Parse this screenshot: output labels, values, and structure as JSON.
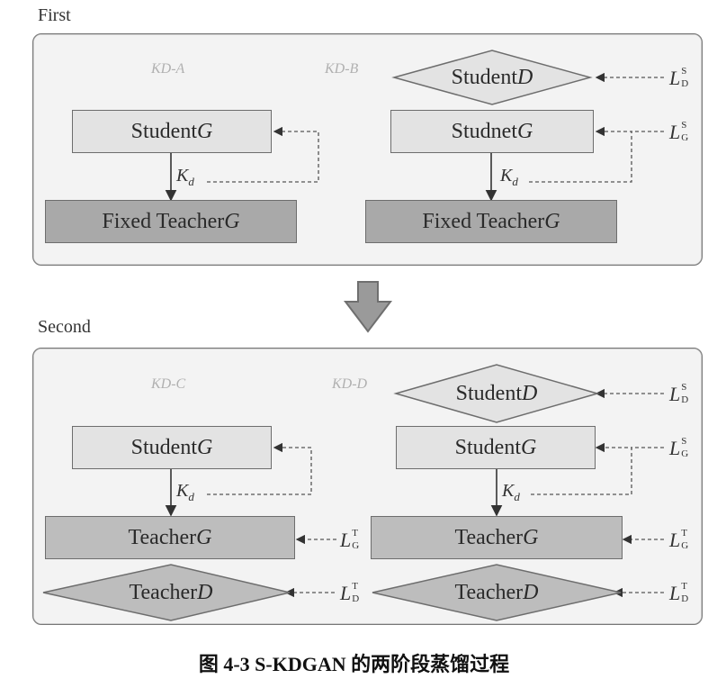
{
  "stages": {
    "first": "First",
    "second": "Second"
  },
  "panel_labels": {
    "a": "KD-A",
    "b": "KD-B",
    "c": "KD-C",
    "d": "KD-D"
  },
  "nodes": {
    "a_student_g": {
      "text": "Student ",
      "var": "G"
    },
    "a_teacher_g": {
      "text": "Fixed Teacher ",
      "var": "G"
    },
    "b_student_d": {
      "text": "Student ",
      "var": "D"
    },
    "b_student_g": {
      "text": "Studnet ",
      "var": "G"
    },
    "b_teacher_g": {
      "text": "Fixed Teacher ",
      "var": "G"
    },
    "c_student_g": {
      "text": "Student ",
      "var": "G"
    },
    "c_teacher_g": {
      "text": "Teacher ",
      "var": "G"
    },
    "c_teacher_d": {
      "text": "Teacher ",
      "var": "D"
    },
    "d_student_d": {
      "text": "Student ",
      "var": "D"
    },
    "d_student_g": {
      "text": "Student ",
      "var": "G"
    },
    "d_teacher_g": {
      "text": "Teacher ",
      "var": "G"
    },
    "d_teacher_d": {
      "text": "Teacher ",
      "var": "D"
    }
  },
  "kd_var": {
    "main": "K",
    "sub": "d"
  },
  "losses": {
    "b_ld_s": {
      "main": "L",
      "sup": "S",
      "sub": "D"
    },
    "b_lg_s": {
      "main": "L",
      "sup": "S",
      "sub": "G"
    },
    "c_lg_t": {
      "main": "L",
      "sup": "T",
      "sub": "G"
    },
    "c_ld_t": {
      "main": "L",
      "sup": "T",
      "sub": "D"
    },
    "d_ld_s": {
      "main": "L",
      "sup": "S",
      "sub": "D"
    },
    "d_lg_s": {
      "main": "L",
      "sup": "S",
      "sub": "G"
    },
    "d_lg_t": {
      "main": "L",
      "sup": "T",
      "sub": "G"
    },
    "d_ld_t": {
      "main": "L",
      "sup": "T",
      "sub": "D"
    }
  },
  "caption": "图 4-3 S-KDGAN 的两阶段蒸馏过程",
  "colors": {
    "panel_bg": "#f3f3f3",
    "light_box": "#e3e3e3",
    "dark_box": "#a9a9a9",
    "arrow": "#9a9a9a"
  }
}
